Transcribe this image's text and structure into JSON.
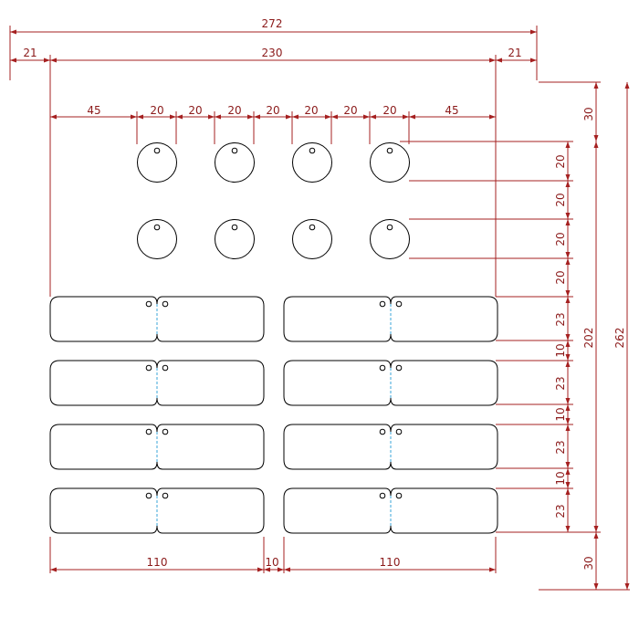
{
  "colors": {
    "dimension": "#a52020",
    "outline": "#000000",
    "fold_line": "#3aa6d8",
    "background": "#ffffff"
  },
  "dimensions": {
    "overall_width": "272",
    "side_margin_left": "21",
    "inner_width": "230",
    "side_margin_right": "21",
    "circle_row": [
      "45",
      "20",
      "20",
      "20",
      "20",
      "20",
      "20",
      "20",
      "45"
    ],
    "bottom_row": [
      "110",
      "10",
      "110"
    ],
    "right_column": [
      "30",
      "20",
      "20",
      "20",
      "20",
      "23",
      "10",
      "23",
      "10",
      "23",
      "10",
      "23",
      "30"
    ],
    "height_202": "202",
    "height_262": "262"
  },
  "layout": {
    "circles": {
      "rows": 2,
      "columns": 4
    },
    "tags": {
      "rows": 4,
      "columns": 2
    }
  }
}
